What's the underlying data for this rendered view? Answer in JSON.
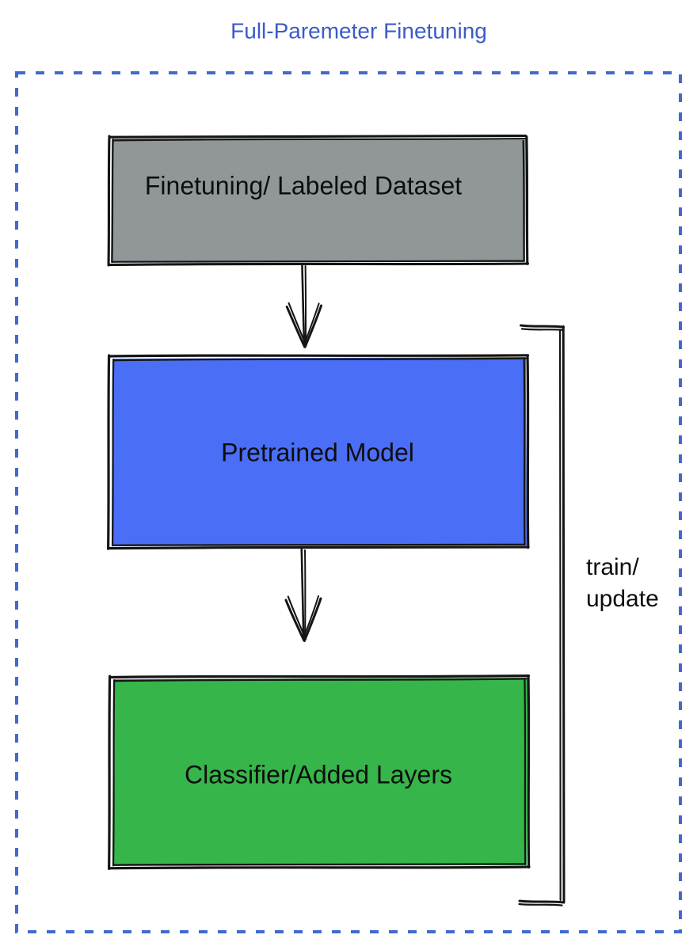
{
  "title": {
    "text": "Full-Paremeter Finetuning",
    "color": "#3b5bc8"
  },
  "frame": {
    "name": "dashed-container",
    "border_color": "#4169d0",
    "border_style": "dashed"
  },
  "nodes": [
    {
      "id": "dataset",
      "label": "Finetuning/ Labeled Dataset",
      "fill": "#919799",
      "stroke": "#151515",
      "text_color": "#0d0d0d"
    },
    {
      "id": "pretrained-model",
      "label": "Pretrained Model",
      "fill": "#4a6ef5",
      "stroke": "#151515",
      "text_color": "#0d0d0d"
    },
    {
      "id": "classifier",
      "label": "Classifier/Added Layers",
      "fill": "#36b54a",
      "stroke": "#151515",
      "text_color": "#0d0d0d"
    }
  ],
  "edges": [
    {
      "id": "dataset-to-model",
      "from": "dataset",
      "to": "pretrained-model",
      "label": "",
      "arrow": true
    },
    {
      "id": "model-to-classifier",
      "from": "pretrained-model",
      "to": "classifier",
      "label": "",
      "arrow": true
    },
    {
      "id": "feedback-loop",
      "from": "classifier",
      "to": "pretrained-model",
      "label_line1": "train/",
      "label_line2": "update",
      "arrow": false
    }
  ]
}
